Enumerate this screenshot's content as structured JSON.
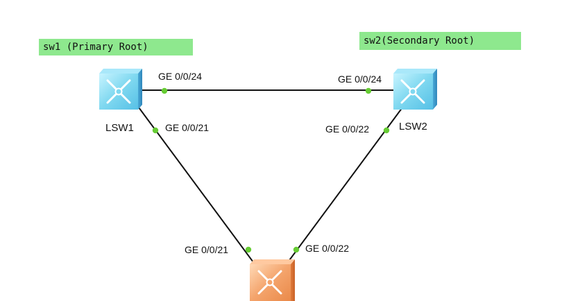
{
  "notes": {
    "sw1": "sw1 (Primary Root)",
    "sw2": "sw2(Secondary Root)"
  },
  "devices": {
    "lsw1": {
      "label": "LSW1",
      "color": "#7fd8f0"
    },
    "lsw2": {
      "label": "LSW2",
      "color": "#7fd8f0"
    },
    "lsw3": {
      "label": "",
      "color": "#f4a46c"
    }
  },
  "ports": {
    "lsw1_to_lsw2": "GE 0/0/24",
    "lsw2_to_lsw1": "GE 0/0/24",
    "lsw1_to_lsw3": "GE 0/0/21",
    "lsw2_to_lsw3": "GE 0/0/22",
    "lsw3_to_lsw1": "GE 0/0/21",
    "lsw3_to_lsw2": "GE 0/0/22"
  },
  "colors": {
    "link": "#111111",
    "port_dot": "#66cc33",
    "note_bg": "#8ee88e"
  },
  "icons": {
    "switch": "switch-icon"
  }
}
